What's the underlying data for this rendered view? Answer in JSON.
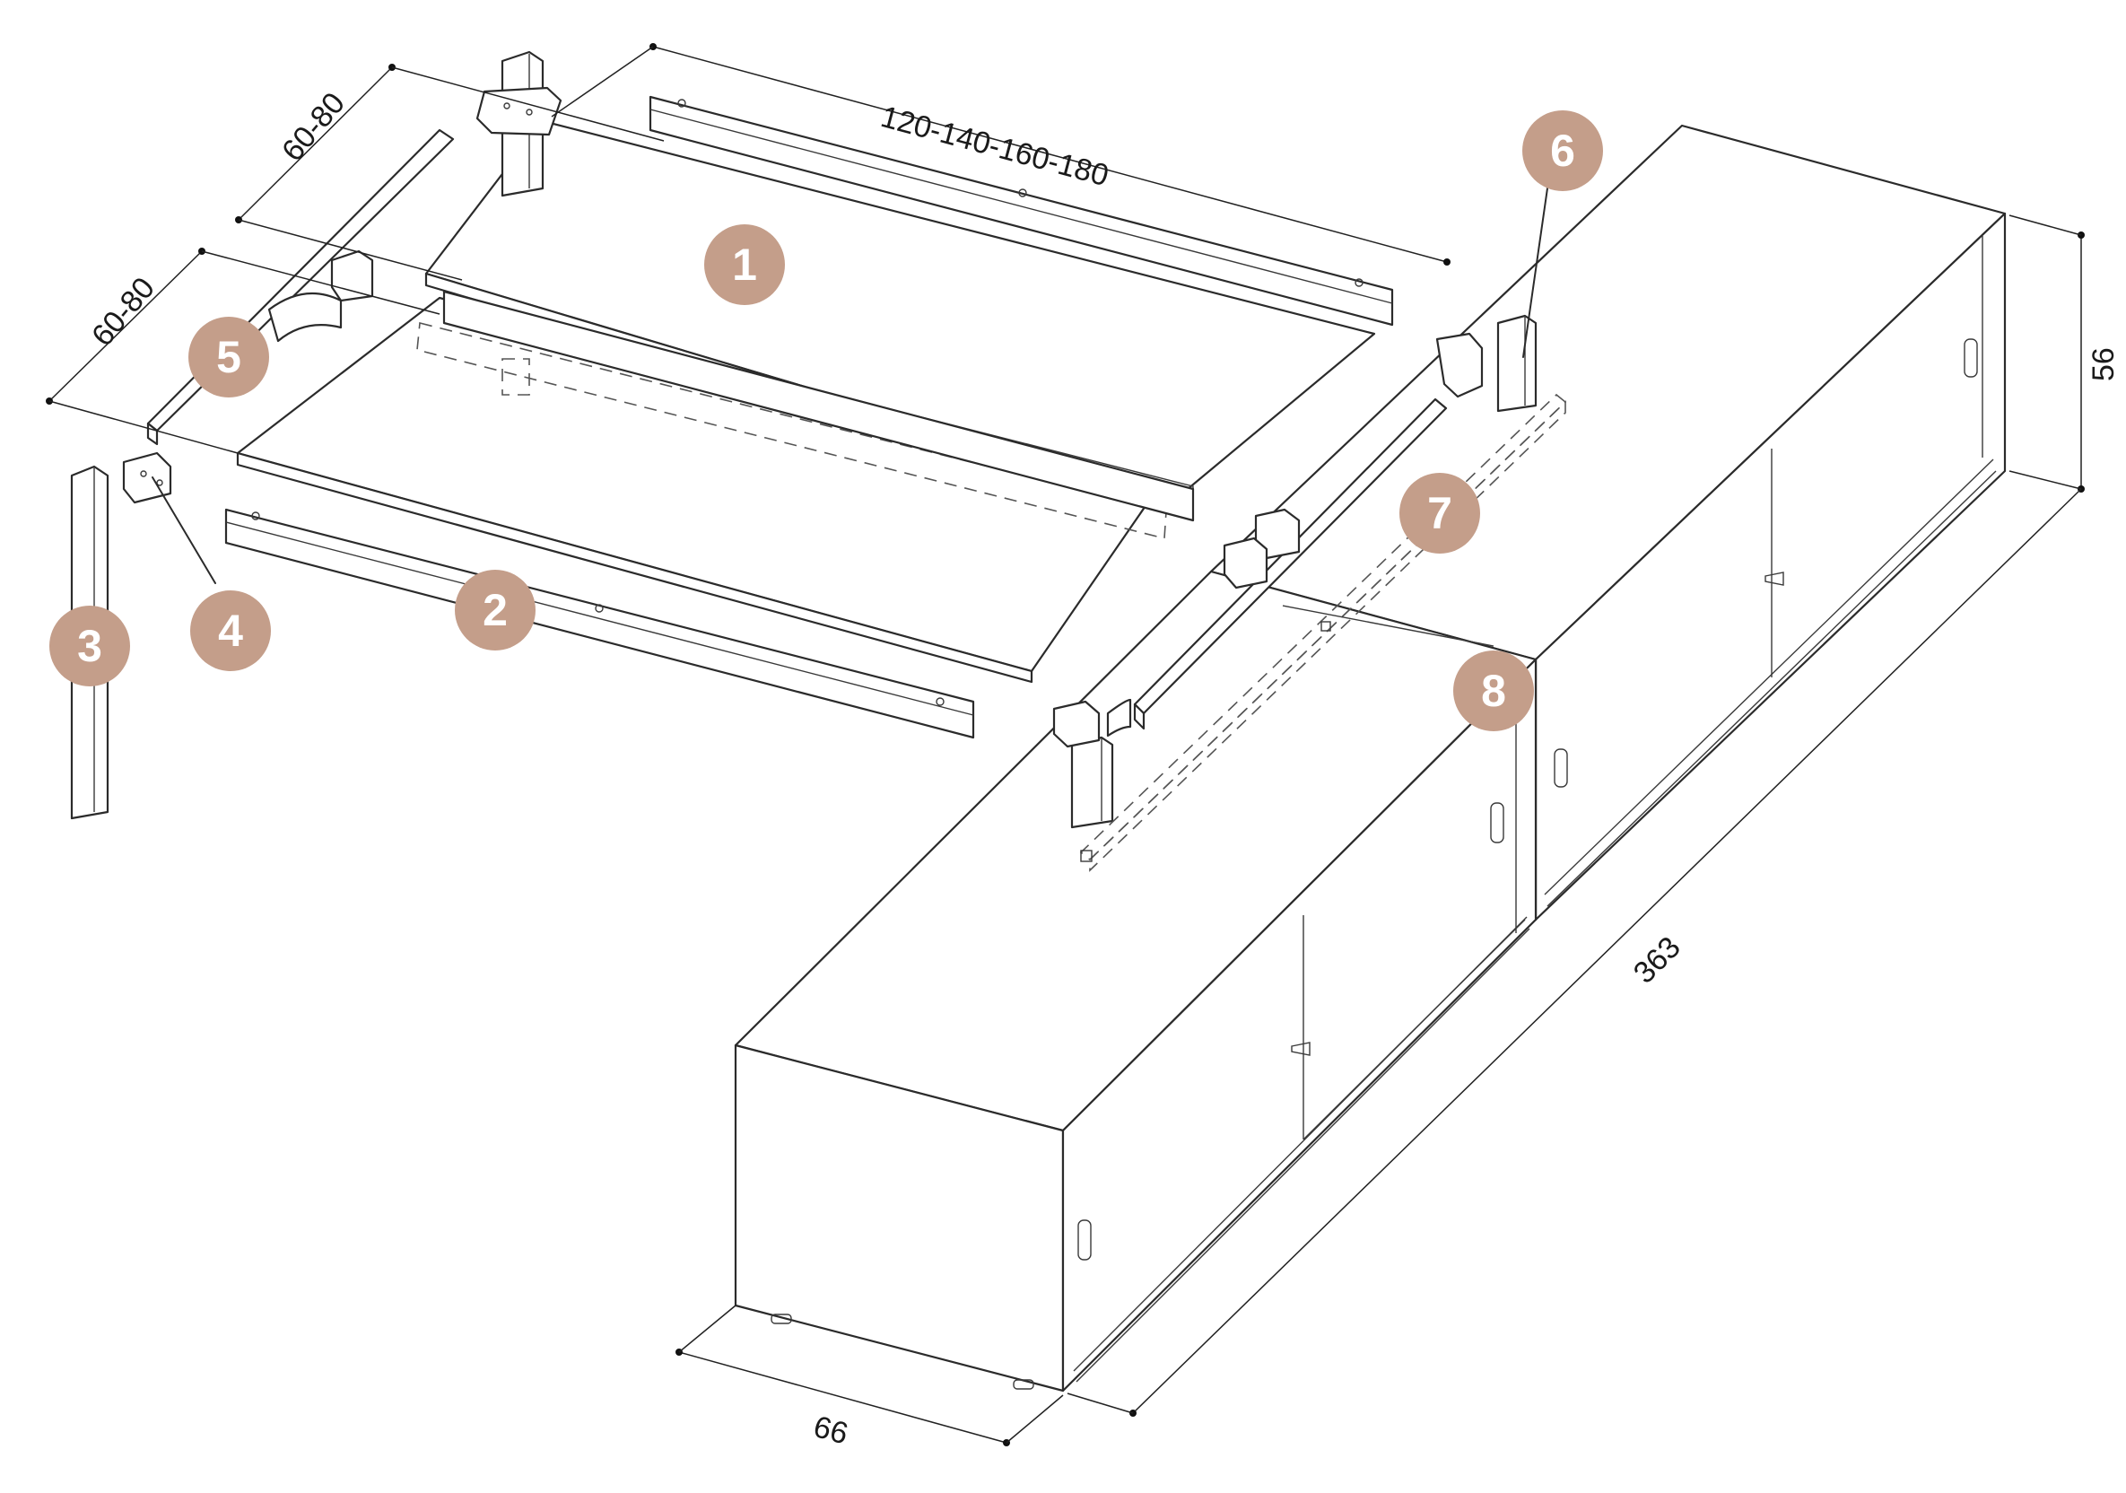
{
  "dimensions": {
    "depth_left": "60-80",
    "depth_right": "60-80",
    "width": "120-140-160-180",
    "height": "56",
    "length": "363",
    "depth_base": "66"
  },
  "badges": [
    "1",
    "2",
    "3",
    "4",
    "5",
    "6",
    "7",
    "8"
  ],
  "colors": {
    "badge": "#c49e8a",
    "line": "#2b2b2b"
  }
}
